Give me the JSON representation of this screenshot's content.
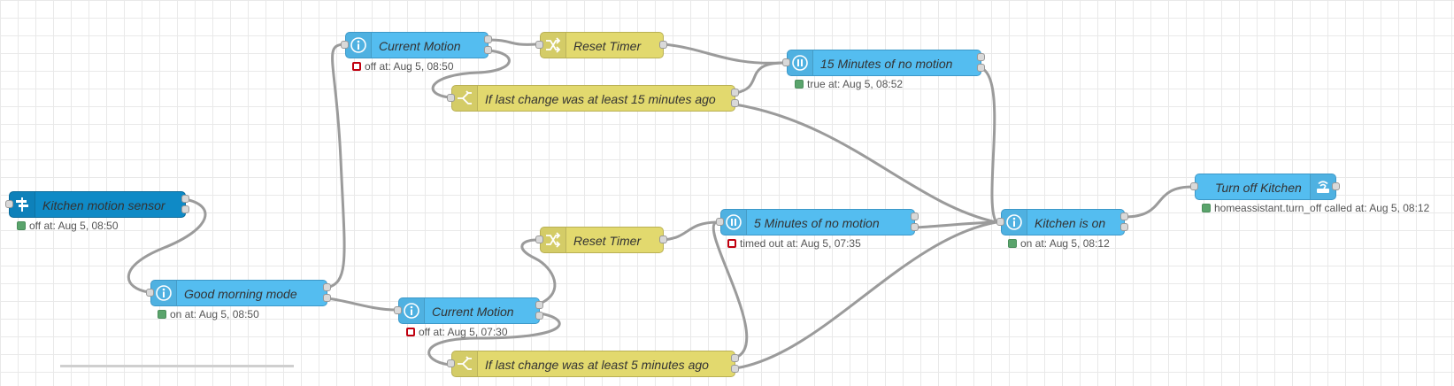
{
  "nodes": {
    "kitchen_motion": {
      "label": "Kitchen motion sensor",
      "status": "off at: Aug 5, 08:50"
    },
    "good_morning": {
      "label": "Good morning mode",
      "status": "on at: Aug 5, 08:50"
    },
    "current_motion_top": {
      "label": "Current Motion",
      "status": "off at: Aug 5, 08:50"
    },
    "reset_timer_top": {
      "label": "Reset Timer"
    },
    "if_15": {
      "label": "If last change was at least 15 minutes ago"
    },
    "fifteen_min": {
      "label": "15 Minutes of no motion",
      "status": "true at: Aug 5, 08:52"
    },
    "current_motion_bottom": {
      "label": "Current Motion",
      "status": "off at: Aug 5, 07:30"
    },
    "reset_timer_bottom": {
      "label": "Reset Timer"
    },
    "if_5": {
      "label": "If last change was at least 5 minutes ago"
    },
    "five_min": {
      "label": "5 Minutes of no motion",
      "status": "timed out at: Aug 5, 07:35"
    },
    "kitchen_is_on": {
      "label": "Kitchen is on",
      "status": "on at: Aug 5, 08:12"
    },
    "turn_off": {
      "label": "Turn off Kitchen",
      "status": "homeassistant.turn_off called at: Aug 5, 08:12"
    }
  },
  "colors": {
    "ha_node": "#54bdf0",
    "trigger_node": "#0f8ac6",
    "function_node": "#e2d96e",
    "wire": "#9b9b9b",
    "status_ok": "#5aa46c",
    "status_ring": "#c0000f"
  },
  "icons": {
    "trigger": "signpost-icon",
    "state": "info-icon",
    "switch": "shuffle-icon",
    "condition": "branch-icon",
    "timer": "pause-icon",
    "service": "wifi-router-icon"
  }
}
